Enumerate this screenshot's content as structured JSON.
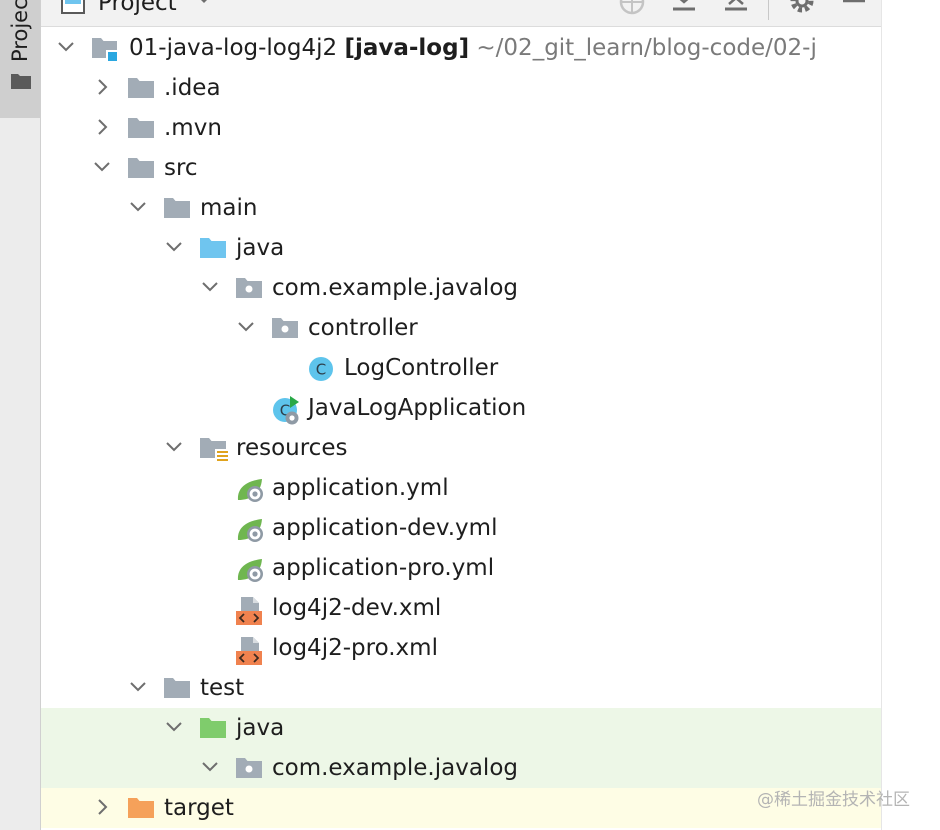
{
  "side_panel": {
    "tab_label": "Project"
  },
  "header": {
    "title": "Project"
  },
  "project": {
    "name": "01-java-log-log4j2",
    "module": "[java-log]",
    "path": "~/02_git_learn/blog-code/02-j"
  },
  "tree": {
    "idea": ".idea",
    "mvn": ".mvn",
    "src": "src",
    "main": "main",
    "java": "java",
    "package": "com.example.javalog",
    "controller": "controller",
    "log_controller": "LogController",
    "app_class": "JavaLogApplication",
    "resources": "resources",
    "app_yml": "application.yml",
    "app_dev_yml": "application-dev.yml",
    "app_pro_yml": "application-pro.yml",
    "log_dev_xml": "log4j2-dev.xml",
    "log_pro_xml": "log4j2-pro.xml",
    "test": "test",
    "test_java": "java",
    "test_package": "com.example.javalog",
    "target": "target"
  },
  "icons": {
    "folder": "folder-icon",
    "source_root": "source-root-folder-icon",
    "test_root": "test-root-folder-icon",
    "resources_root": "resources-root-folder-icon",
    "package": "package-icon",
    "java_class": "java-class-icon",
    "spring_config": "spring-config-icon",
    "xml_file": "xml-file-icon",
    "excluded": "excluded-folder-icon"
  },
  "colors": {
    "folder": "#a2acb6",
    "source_root": "#6fc5ef",
    "test_root": "#7fcc6c",
    "excluded": "#f5a15a",
    "class": "#5ec4ec",
    "xml": "#f0824f",
    "spring": "#6fb650",
    "highlight_green": "#edf7e7",
    "highlight_yellow": "#fefde5"
  },
  "watermark": "@稀土掘金技术社区"
}
